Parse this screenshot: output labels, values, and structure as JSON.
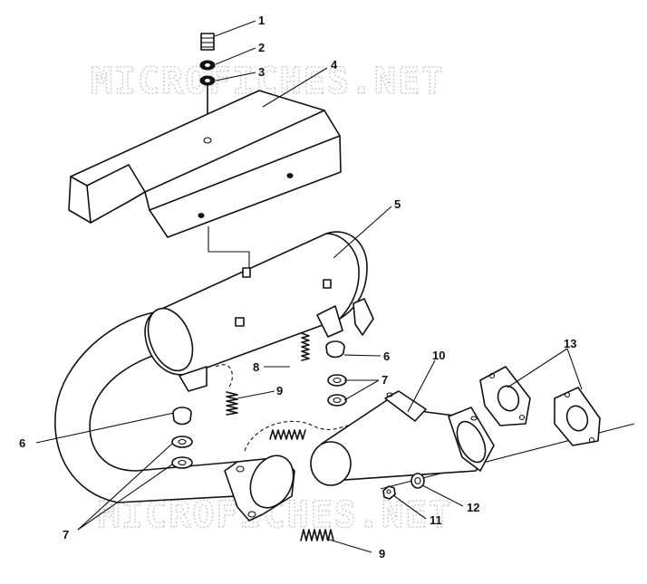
{
  "watermark": {
    "text_top": "MICROFICHES.NET",
    "text_bottom": "MICROFICHES.NET"
  },
  "callouts": [
    {
      "id": "1",
      "label": "1"
    },
    {
      "id": "2",
      "label": "2"
    },
    {
      "id": "3",
      "label": "3"
    },
    {
      "id": "4",
      "label": "4"
    },
    {
      "id": "5",
      "label": "5"
    },
    {
      "id": "6a",
      "label": "6"
    },
    {
      "id": "6b",
      "label": "6"
    },
    {
      "id": "7a",
      "label": "7"
    },
    {
      "id": "7b",
      "label": "7"
    },
    {
      "id": "8",
      "label": "8"
    },
    {
      "id": "9a",
      "label": "9"
    },
    {
      "id": "9b",
      "label": "9"
    },
    {
      "id": "10",
      "label": "10"
    },
    {
      "id": "11",
      "label": "11"
    },
    {
      "id": "12",
      "label": "12"
    },
    {
      "id": "13",
      "label": "13"
    }
  ]
}
